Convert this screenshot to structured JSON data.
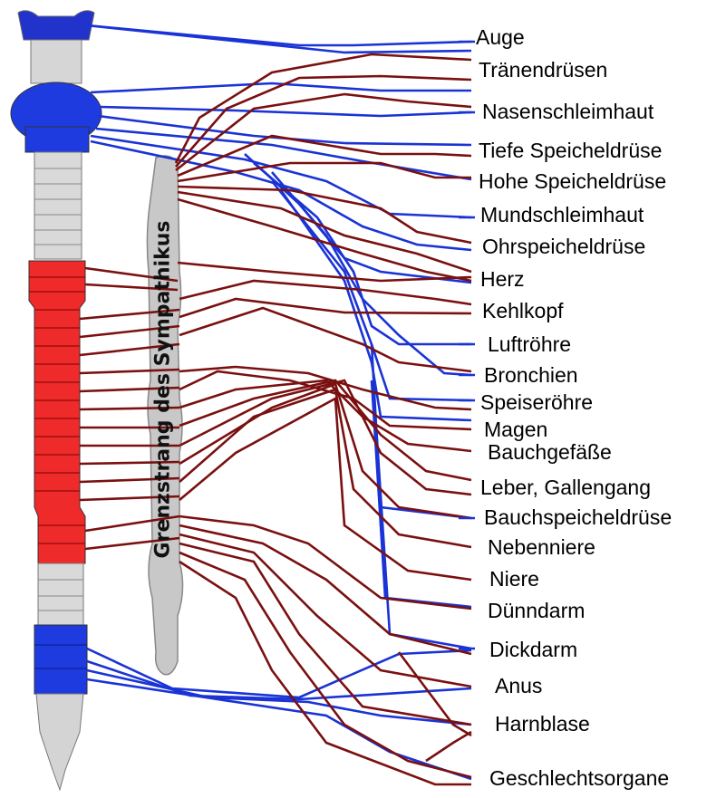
{
  "chain_label": "Grenzstrang des Sympathikus",
  "organs": [
    {
      "id": "auge",
      "label": "Auge"
    },
    {
      "id": "traenen",
      "label": "Tränendrüsen"
    },
    {
      "id": "nase",
      "label": "Nasenschleimhaut"
    },
    {
      "id": "tiefe",
      "label": "Tiefe Speicheldrüse"
    },
    {
      "id": "hohe",
      "label": "Hohe Speicheldrüse"
    },
    {
      "id": "mund",
      "label": "Mundschleimhaut"
    },
    {
      "id": "ohr",
      "label": "Ohrspeicheldrüse"
    },
    {
      "id": "herz",
      "label": "Herz"
    },
    {
      "id": "kehl",
      "label": "Kehlkopf"
    },
    {
      "id": "luft",
      "label": "Luftröhre"
    },
    {
      "id": "bronch",
      "label": "Bronchien"
    },
    {
      "id": "speise",
      "label": "Speiseröhre"
    },
    {
      "id": "magen",
      "label": "Magen"
    },
    {
      "id": "bauchg",
      "label": "Bauchgefäße"
    },
    {
      "id": "leber",
      "label": "Leber, Gallengang"
    },
    {
      "id": "bauchs",
      "label": "Bauchspeicheldrüse"
    },
    {
      "id": "neben",
      "label": "Nebenniere"
    },
    {
      "id": "niere",
      "label": "Niere"
    },
    {
      "id": "duenn",
      "label": "Dünndarm"
    },
    {
      "id": "dick",
      "label": "Dickdarm"
    },
    {
      "id": "anus",
      "label": "Anus"
    },
    {
      "id": "harn",
      "label": "Harnblase"
    },
    {
      "id": "geschl",
      "label": "Geschlechtsorgane"
    }
  ],
  "colors": {
    "parasympathetic": "#1a33d6",
    "sympathetic": "#7a1010",
    "thoracolumbar_segment": "#ee2a2a",
    "cranial_sacral_segment": "#1f3be0",
    "vertebra": "#d4d4d4"
  }
}
